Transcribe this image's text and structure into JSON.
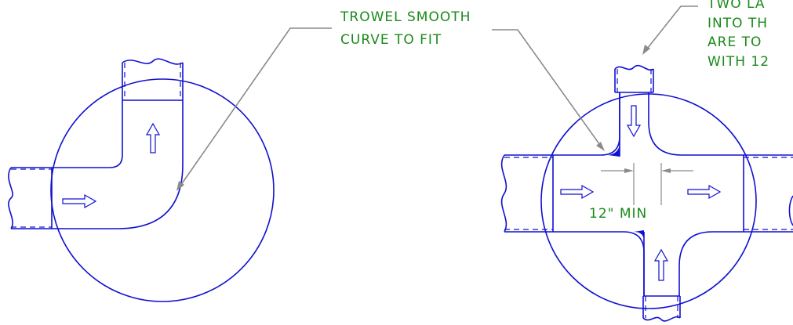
{
  "notes": {
    "trowel_line1": "TROWEL SMOOTH",
    "trowel_line2": "CURVE TO FIT",
    "right_line1": "TWO LA",
    "right_line2": "INTO TH",
    "right_line3": "ARE TO",
    "right_line4": "WITH 12",
    "dimension": "12\" MIN"
  },
  "colors": {
    "line": "#1010d0",
    "text": "#1a8a1a",
    "leader": "#8a8a8a"
  }
}
